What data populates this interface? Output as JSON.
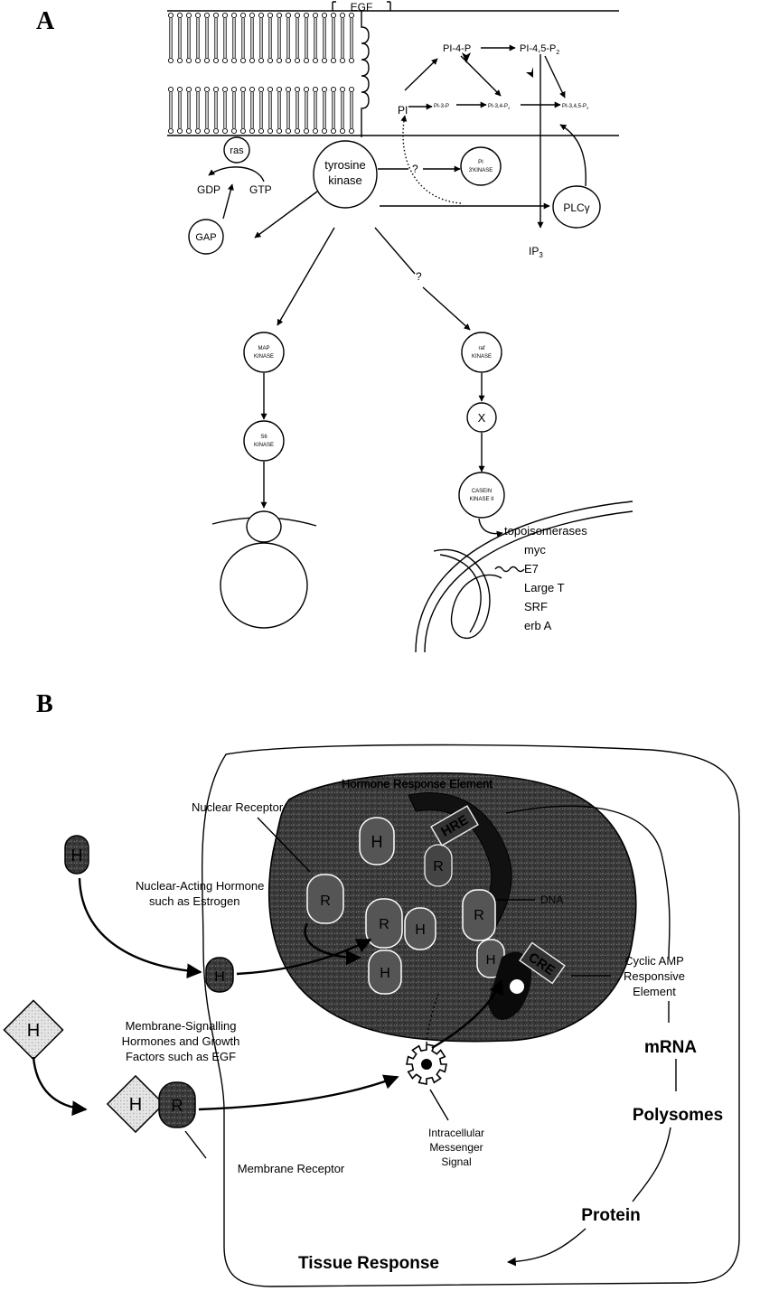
{
  "panels": {
    "a": "A",
    "b": "B"
  },
  "a": {
    "egf": "EGF",
    "pi": "PI",
    "pi4p": "PI-4-P",
    "pi45p2": "PI-4,5-P",
    "pi45p2_sub": "2",
    "pi3p": "PI-3-P",
    "pi34p2": "PI-3,4-P",
    "pi34p2_sub": "2",
    "pi345p3": "PI-3,4,5-P",
    "pi345p3_sub": "3",
    "ras": "ras",
    "gdp": "GDP",
    "gtp": "GTP",
    "gap": "GAP",
    "tyrosine_line1": "tyrosine",
    "tyrosine_line2": "kinase",
    "q1": "?",
    "q2": "?",
    "pi_kinase_l1": "PI",
    "pi_kinase_l2": "3'KINASE",
    "ip3": "IP",
    "ip3_sub": "3",
    "plc": "PLCγ",
    "map_l1": "MAP",
    "map_l2": "KINASE",
    "s6_l1": "S6",
    "s6_l2": "KINASE",
    "raf_l1": "raf",
    "raf_l2": "KINASE",
    "x": "X",
    "casein_l1": "CASEIN",
    "casein_l2": "KINASE II",
    "targets": [
      "topoisomerases",
      "myc",
      "E7",
      "Large T",
      "SRF",
      "erb A"
    ]
  },
  "b": {
    "hre_label": "Hormone Response Element",
    "nuclear_receptor": "Nuclear Receptor",
    "nah_l1": "Nuclear-Acting Hormone",
    "nah_l2": "such as Estrogen",
    "h": "H",
    "r": "R",
    "hre": "HRE",
    "dna": "DNA",
    "cre": "CRE",
    "camp_l1": "Cyclic AMP",
    "camp_l2": "Responsive",
    "camp_l3": "Element",
    "msh_l1": "Membrane-Signalling",
    "msh_l2": "Hormones and Growth",
    "msh_l3": "Factors such as EGF",
    "mrna": "mRNA",
    "polysomes": "Polysomes",
    "protein": "Protein",
    "ims_l1": "Intracellular",
    "ims_l2": "Messenger",
    "ims_l3": "Signal",
    "membrane_receptor": "Membrane Receptor",
    "tissue_response": "Tissue Response"
  }
}
